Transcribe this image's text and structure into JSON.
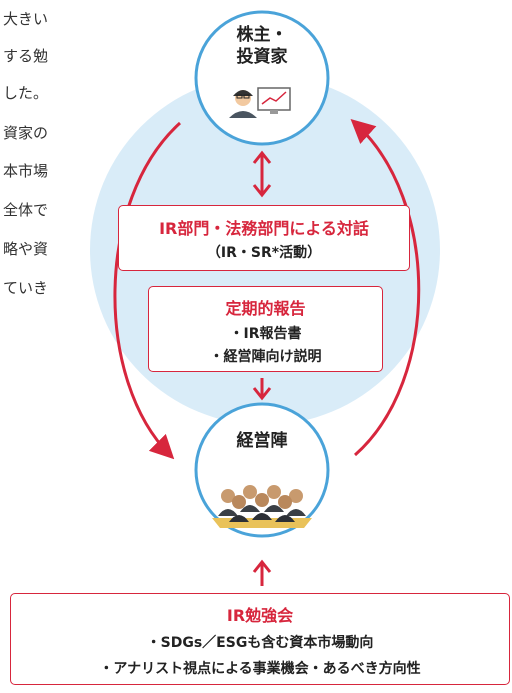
{
  "left_text": [
    "大きい",
    "する勉",
    "した。",
    "資家の",
    "本市場",
    "全体で",
    "略や資",
    "ていき"
  ],
  "investors": {
    "title_line1": "株主・",
    "title_line2": "投資家"
  },
  "dialogue_box": {
    "title": "IR部門・法務部門による対話",
    "subtitle": "（IR・SR*活動）"
  },
  "report_box": {
    "title": "定期的報告",
    "item1": "・IR報告書",
    "item2": "・経営陣向け説明"
  },
  "management": {
    "title": "経営陣"
  },
  "study_box": {
    "title": "IR勉強会",
    "item1": "・SDGs／ESGも含む資本市場動向",
    "item2": "・アナリスト視点による事業機会・あるべき方向性"
  },
  "colors": {
    "accent": "#d7263d",
    "circle_fill": "#d9ecf8",
    "node_border": "#4aa3d9"
  }
}
